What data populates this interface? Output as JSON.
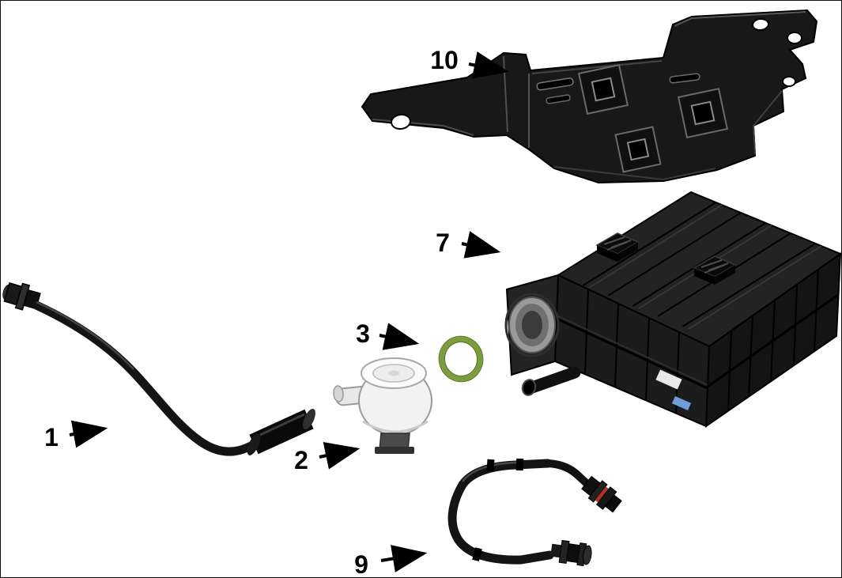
{
  "diagram": {
    "kind": "exploded-parts-diagram",
    "background": "#ffffff",
    "callouts": [
      {
        "label": "1",
        "part": "vent-hose"
      },
      {
        "label": "2",
        "part": "detection-pump-filter"
      },
      {
        "label": "3",
        "part": "o-ring-seal"
      },
      {
        "label": "7",
        "part": "vapor-canister"
      },
      {
        "label": "9",
        "part": "hose-assembly"
      },
      {
        "label": "10",
        "part": "mounting-bracket"
      }
    ],
    "colors": {
      "part_dark": "#1a1a1a",
      "oring_green": "#7d9c3e",
      "connector_red": "#b33226",
      "sticker_white": "#e9e9e9",
      "sticker_blue": "#6f9fd8"
    }
  }
}
